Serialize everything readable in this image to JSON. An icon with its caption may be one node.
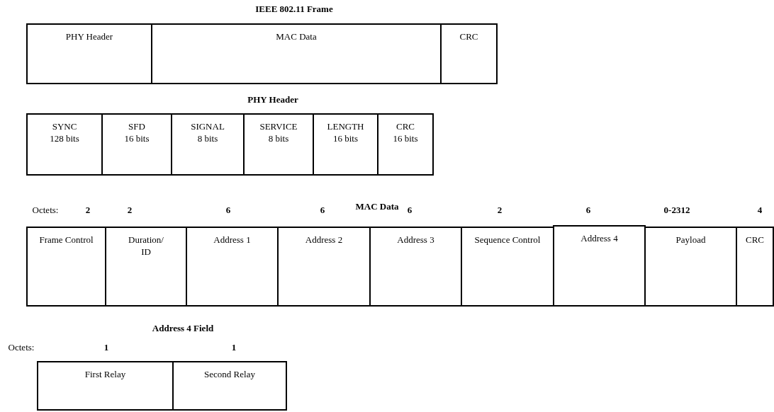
{
  "diagram": {
    "nodes": [
      {
        "text": [
          "PHY Header"
        ]
      },
      {
        "text": [
          "MAC Data"
        ]
      },
      {
        "text": [
          "CRC"
        ]
      },
      {
        "text": [
          "SYNC",
          "128 bits"
        ]
      },
      {
        "text": [
          "SFD",
          "16 bits"
        ]
      },
      {
        "text": [
          "SIGNAL",
          "8 bits"
        ]
      },
      {
        "text": [
          "SERVICE",
          "8 bits"
        ]
      },
      {
        "text": [
          "LENGTH",
          "16 bits"
        ]
      },
      {
        "text": [
          "CRC",
          "16 bits"
        ]
      },
      {
        "text": [
          "Frame Control"
        ]
      },
      {
        "text": [
          "Duration/ID"
        ]
      },
      {
        "text": [
          "Address 1"
        ]
      },
      {
        "text": [
          "Address 2"
        ]
      },
      {
        "text": [
          "Address 3"
        ]
      },
      {
        "text": [
          "Sequence Control"
        ]
      },
      {
        "text": [
          "Address 4"
        ]
      },
      {
        "text": [
          "Payload"
        ]
      },
      {
        "text": [
          "CRC"
        ]
      },
      {
        "text": [
          "First Relay"
        ]
      },
      {
        "text": [
          "Second Relay"
        ]
      }
    ],
    "labels": [
      "IEEE 802.11 Frame",
      "PHY Header",
      "MAC Data",
      "Octets:",
      "2",
      "2",
      "6",
      "6",
      "6",
      "2",
      "6",
      "0-2312",
      "4",
      "Address 4 Field",
      "Octets:",
      "1",
      "1"
    ]
  }
}
